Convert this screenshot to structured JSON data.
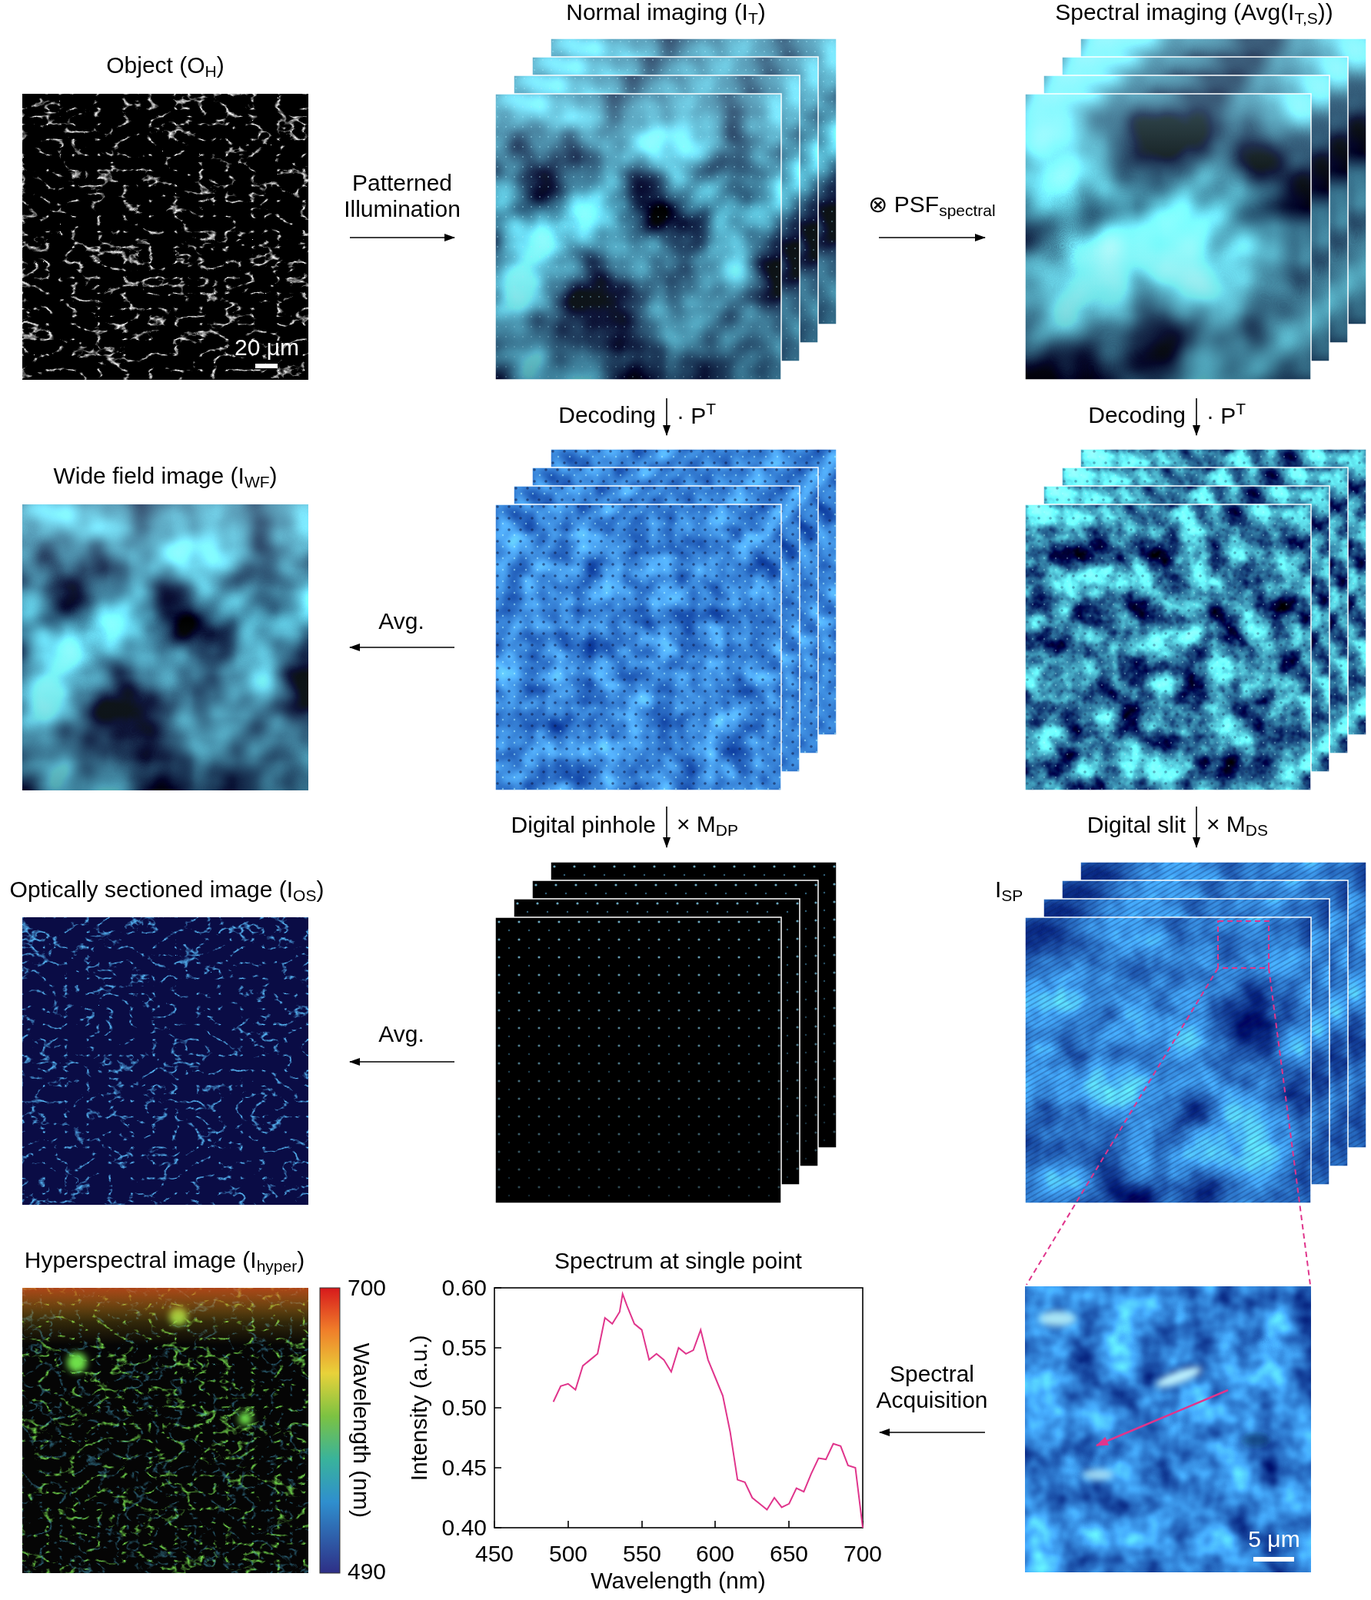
{
  "diagram": {
    "nodes": [
      {
        "text": [
          "Object (OH)"
        ]
      },
      {
        "text": [
          "Normal imaging (IT)"
        ]
      },
      {
        "text": [
          "Spectral imaging (Avg(IT,S))"
        ]
      },
      {
        "text": [
          "Wide field image (IWF)"
        ]
      },
      {
        "text": [
          "Optically sectioned image (IOS)"
        ]
      },
      {
        "text": [
          "ISP"
        ]
      },
      {
        "text": [
          "Hyperspectral image (Ihyper)"
        ]
      },
      {
        "text": [
          "Spectrum at single point"
        ]
      },
      {
        "text": [
          "5 μm"
        ]
      }
    ],
    "edges": [
      {
        "from": 0,
        "to": 1,
        "arrow": "to",
        "label": "Patterned Illumination"
      },
      {
        "from": 1,
        "to": 2,
        "arrow": "to",
        "label": "⊗ PSFspectral"
      },
      {
        "from": 8,
        "to": 7,
        "arrow": "to",
        "label": "Spectral Acquisition"
      }
    ],
    "labels": [
      "Decoding",
      "· PT",
      "Decoding",
      "· PT",
      "Avg.",
      "Digital pinhole",
      "× MDP",
      "Digital slit",
      "× MDS",
      "Avg.",
      "20 μm",
      "700",
      "Wavelength (nm)",
      "490",
      "0.60",
      "0.55",
      "0.50",
      "0.45",
      "0.40",
      "Intensity (a.u.)",
      "450",
      "500",
      "550",
      "600",
      "650",
      "700",
      "Wavelength (nm)"
    ]
  }
}
